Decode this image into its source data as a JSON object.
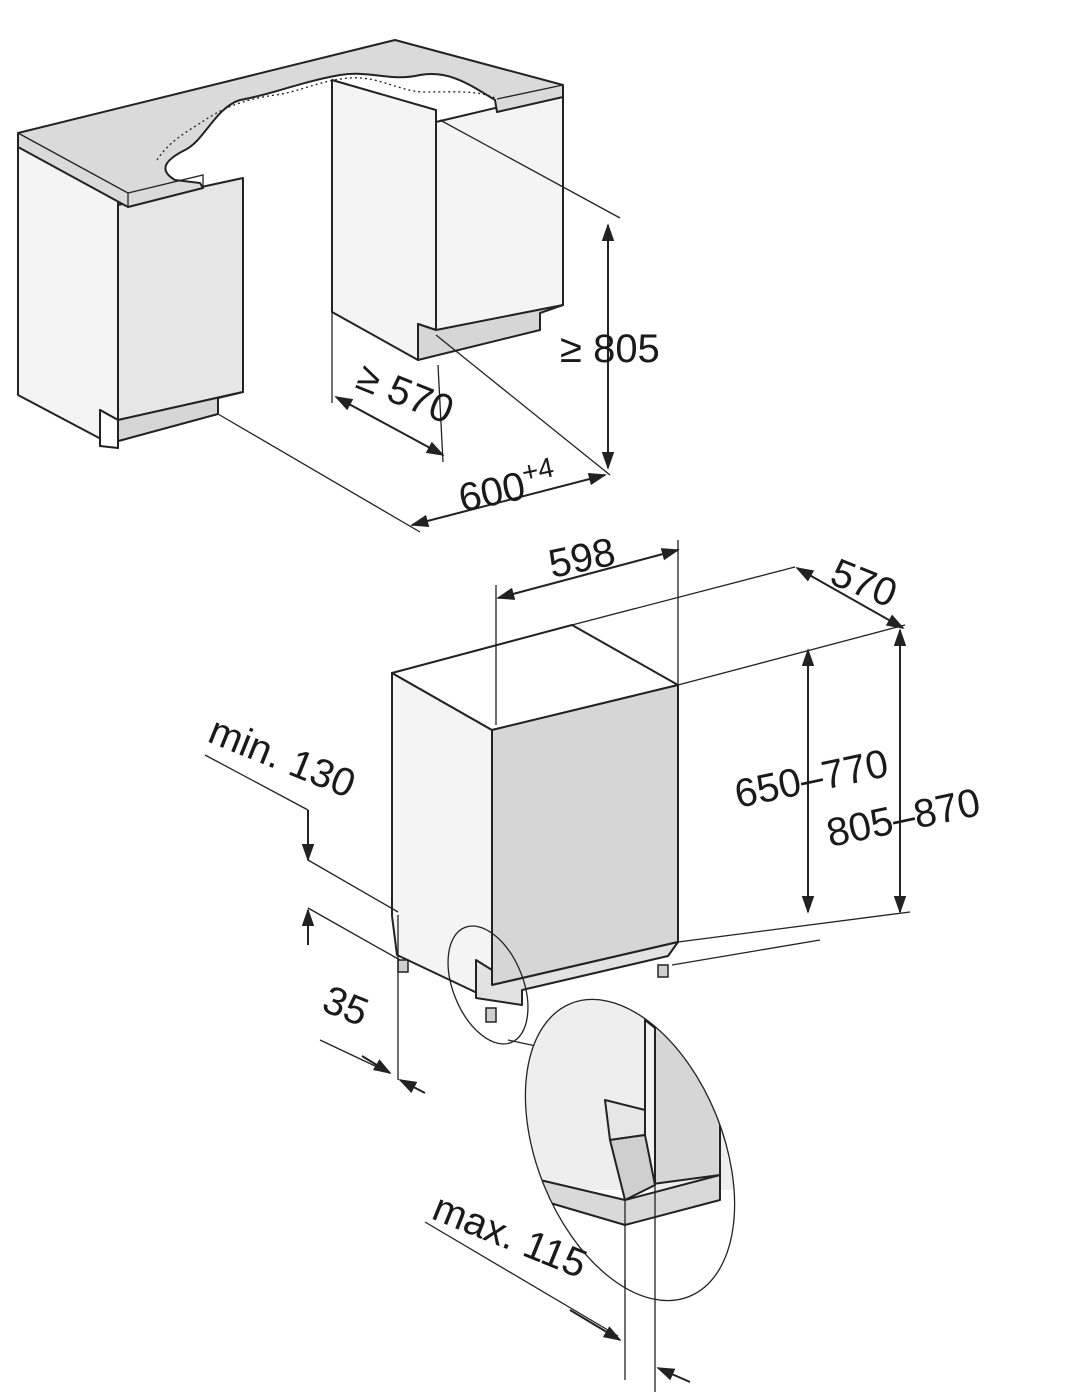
{
  "dimensions": {
    "niche_height": "≥ 805",
    "niche_depth": "≥ 570",
    "niche_width_base": "600",
    "niche_width_tolerance": "+4",
    "appliance_width": "598",
    "appliance_depth": "570",
    "door_height": "650–770",
    "total_height": "805–870",
    "plinth_height": "min. 130",
    "plinth_depth": "35",
    "door_overhang": "max. 115"
  },
  "colors": {
    "outline": "#222222",
    "light_face": "#f4f4f4",
    "mid_face": "#e2e2e2",
    "dark_face": "#c9c9c9",
    "door_face": "#d6d6d6",
    "worktop": "#dadada",
    "detail_bg": "#eeeeee"
  }
}
